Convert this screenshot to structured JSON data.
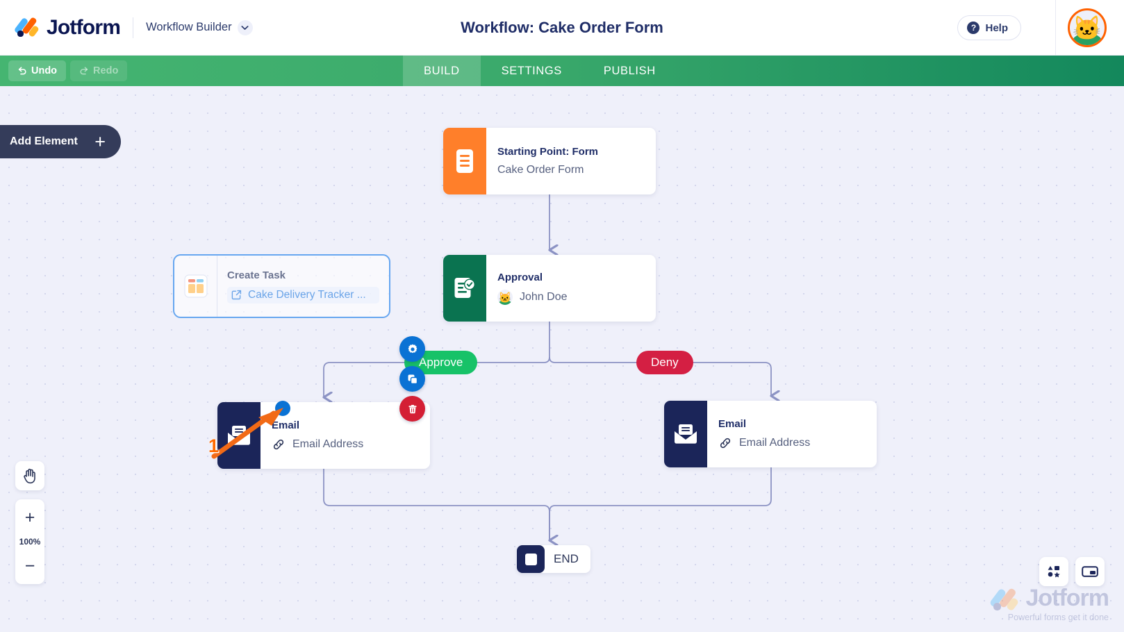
{
  "header": {
    "logo_text": "Jotform",
    "product_label": "Workflow Builder",
    "chevron_icon": "chevron-down-icon",
    "title": "Workflow: Cake Order Form",
    "help_label": "Help",
    "help_icon": "question-mark-icon",
    "avatar_icon": "user-avatar",
    "avatar_emoji": "🐱"
  },
  "toolbar": {
    "undo_label": "Undo",
    "redo_label": "Redo",
    "undo_icon": "undo-arrow-icon",
    "redo_icon": "redo-arrow-icon",
    "tabs": [
      {
        "label": "BUILD",
        "active": true
      },
      {
        "label": "SETTINGS",
        "active": false
      },
      {
        "label": "PUBLISH",
        "active": false
      }
    ]
  },
  "canvas": {
    "add_element_label": "Add Element",
    "add_element_icon": "plus-icon",
    "nodes": [
      {
        "id": "start",
        "title": "Starting Point: Form",
        "subtitle": "Cake Order Form",
        "icon": "form-document-icon",
        "color": "#ff7f2a"
      },
      {
        "id": "create-task",
        "title": "Create Task",
        "subtitle": "Cake Delivery Tracker ...",
        "icon": "task-board-icon",
        "link_icon": "external-link-icon",
        "selected": true,
        "color": "#66a6f0"
      },
      {
        "id": "approval",
        "title": "Approval",
        "subtitle": "John Doe",
        "icon": "approval-check-icon",
        "avatar_emoji": "🐱",
        "color": "#0a7350"
      },
      {
        "id": "email-left",
        "title": "Email",
        "subtitle": "Email Address",
        "icon": "envelope-icon",
        "link_icon": "link-chain-icon",
        "color": "#1b2559"
      },
      {
        "id": "email-right",
        "title": "Email",
        "subtitle": "Email Address",
        "icon": "envelope-icon",
        "link_icon": "link-chain-icon",
        "color": "#1b2559"
      }
    ],
    "branch_labels": [
      {
        "label": "Approve",
        "color": "#17c268"
      },
      {
        "label": "Deny",
        "color": "#d41f43"
      }
    ],
    "end_node_label": "END",
    "end_node_icon": "stop-square-icon",
    "node_actions": [
      {
        "name": "settings",
        "icon": "gear-icon",
        "color": "#0a72d4"
      },
      {
        "name": "duplicate",
        "icon": "copy-icon",
        "color": "#0a72d4"
      },
      {
        "name": "delete",
        "icon": "trash-icon",
        "color": "#d41f34"
      }
    ],
    "connector_dot": "connection-handle-dot"
  },
  "zoom_controls": {
    "hand_icon": "hand-pan-icon",
    "zoom_in_label": "+",
    "zoom_level": "100%",
    "zoom_out_label": "−"
  },
  "bottom_right": {
    "elements_icon": "shapes-panel-icon",
    "minimap_icon": "minimap-icon"
  },
  "watermark": {
    "brand": "Jotform",
    "tagline": "Powerful forms get it done"
  },
  "annotation": {
    "number": "1",
    "target": "connection-handle-dot",
    "color": "#ff6a00"
  }
}
